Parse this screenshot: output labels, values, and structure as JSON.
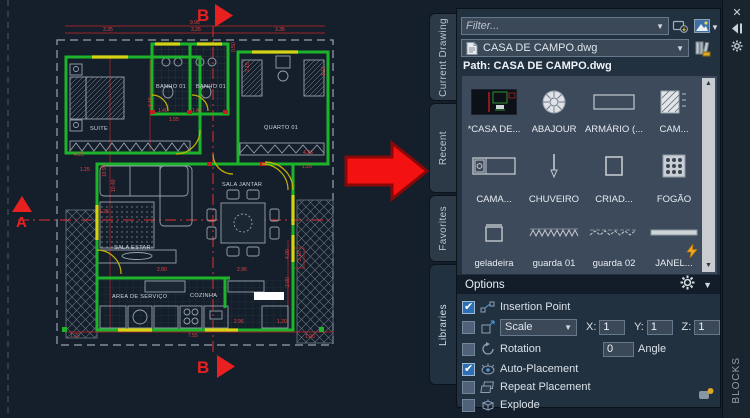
{
  "plan": {
    "rooms": {
      "suite": "SUITE",
      "banho1": "BANHO 01",
      "banho2": "BANHO 01",
      "quarto": "QUARTO 01",
      "sala_jantar": "SALA JANTAR",
      "sala_estar": "SALA ESTAR",
      "area_servico": "AREA DE SERVIÇO",
      "cozinha": "COZINHA"
    },
    "markers": {
      "section_top": "B",
      "section_bottom": "B",
      "section_left": "A"
    },
    "dims": {
      "top_total": "9.95",
      "t1": "3.35",
      "t2": "3.26",
      "t3": "3.35",
      "l1": "10.95",
      "l2": "10.40",
      "s1": "4.15",
      "s2": "2.15",
      "s3": "0.50",
      "s4": "1.40",
      "s5": "1.43",
      "s6": "1.55",
      "s7": "3.14",
      "q1": "4.26",
      "q2": "1.20",
      "k1": "2.80",
      "k2": "2.96",
      "k3": "2.96",
      "k4": "1.20",
      "r1": "4.00",
      "r2": "2.10",
      "r3": "2.00",
      "b1": "1.20",
      "b2": "7.55",
      "b3": "1.20",
      "su1": "4.25",
      "su2": "1.25",
      "sa1": "1.25"
    }
  },
  "palette": {
    "tabs": [
      {
        "label": "Current Drawing"
      },
      {
        "label": "Recent"
      },
      {
        "label": "Favorites"
      },
      {
        "label": "Libraries"
      }
    ],
    "filter_placeholder": "Filter...",
    "drawing_name": "CASA DE CAMPO.dwg",
    "path_label": "Path: CASA DE CAMPO.dwg",
    "blocks": [
      {
        "label": "*CASA DE..."
      },
      {
        "label": "ABAJOUR"
      },
      {
        "label": "ARMÁRIO (..."
      },
      {
        "label": "CAM..."
      },
      {
        "label": "CAMA..."
      },
      {
        "label": "CHUVEIRO"
      },
      {
        "label": "CRIAD..."
      },
      {
        "label": "FOGÃO"
      },
      {
        "label": "geladeira"
      },
      {
        "label": "guarda 01"
      },
      {
        "label": "guarda 02"
      },
      {
        "label": "JANEL..."
      }
    ],
    "options": {
      "header": "Options",
      "insertion_point": "Insertion Point",
      "scale": "Scale",
      "x_label": "X:",
      "x_value": "1",
      "y_label": "Y:",
      "y_value": "1",
      "z_label": "Z:",
      "z_value": "1",
      "rotation": "Rotation",
      "rotation_value": "0",
      "angle_label": "Angle",
      "auto_placement": "Auto-Placement",
      "repeat_placement": "Repeat Placement",
      "explode": "Explode"
    },
    "title": "BLOCKS"
  },
  "colors": {
    "wall_green": "#1db32a",
    "window_yellow": "#d4d414",
    "dim_red": "#e03030",
    "arrow_red": "#f31111",
    "panel_bg": "#223140",
    "grid_bg": "#3d4a5b",
    "accent_blue": "#2d6fb4"
  }
}
